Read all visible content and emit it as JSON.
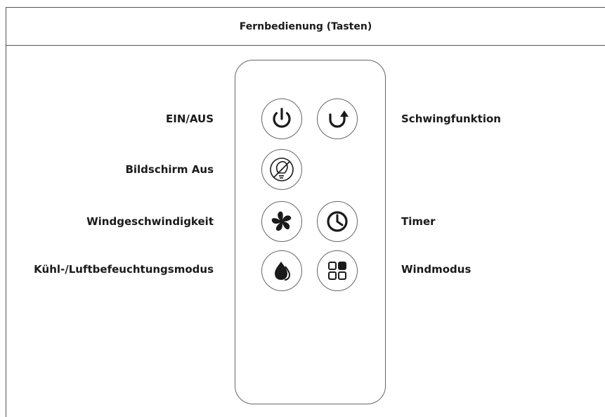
{
  "header": {
    "title": "Fernbedienung (Tasten)"
  },
  "labels": {
    "power": "EIN/AUS",
    "oscillation": "Schwingfunktion",
    "screen_off": "Bildschirm Aus",
    "wind_speed": "Windgeschwindigkeit",
    "timer": "Timer",
    "cooling_mode": "Kühl-/Luftbefeuchtungsmodus",
    "wind_mode": "Windmodus"
  },
  "icons": [
    "power-icon",
    "oscillation-icon",
    "screen-off-icon",
    "fan-icon",
    "clock-icon",
    "water-drop-icon",
    "wind-mode-grid-icon"
  ],
  "colors": {
    "line": "#555555",
    "icon": "#1a1a1a",
    "text": "#1a1a1a"
  }
}
